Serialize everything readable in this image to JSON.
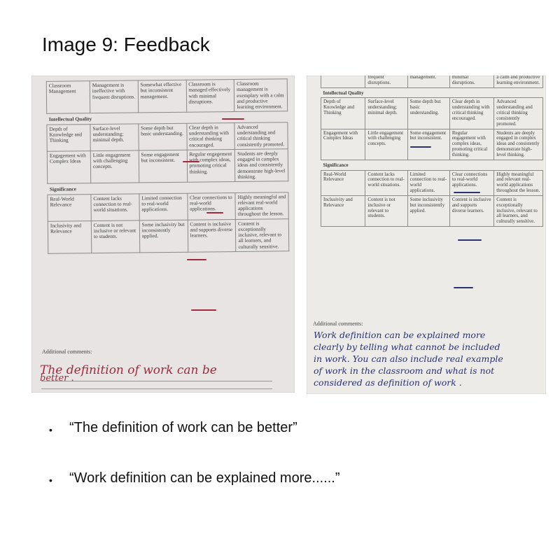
{
  "title": "Image 9: Feedback",
  "left_photo": {
    "rows": [
      {
        "kind": "row",
        "criterion": "Classroom Management",
        "cells": [
          "Management is ineffective with frequent disruptions.",
          "Somewhat effective but inconsistent management.",
          "Classroom is managed effectively with minimal disruptions.",
          "Classroom management is exemplary with a calm and productive learning environment."
        ]
      },
      {
        "kind": "section",
        "label": "Intellectual Quality"
      },
      {
        "kind": "row",
        "criterion": "Depth of Knowledge and Thinking",
        "cells": [
          "Surface-level understanding; minimal depth.",
          "Some depth but basic understanding.",
          "Clear depth in understanding with critical thinking encouraged.",
          "Advanced understanding and critical thinking consistently promoted."
        ]
      },
      {
        "kind": "row",
        "criterion": "Engagement with Complex Ideas",
        "cells": [
          "Little engagement with challenging concepts.",
          "Some engagement but inconsistent.",
          "Regular engagement with complex ideas, promoting critical thinking.",
          "Students are deeply engaged in complex ideas and consistently demonstrate high-level thinking."
        ]
      },
      {
        "kind": "section",
        "label": "Significance"
      },
      {
        "kind": "row",
        "criterion": "Real-World Relevance",
        "cells": [
          "Content lacks connection to real-world situations.",
          "Limited connection to real-world applications.",
          "Clear connections to real-world applications.",
          "Highly meaningful and relevant real-world applications throughout the lesson."
        ]
      },
      {
        "kind": "row",
        "criterion": "Inclusivity and Relevance",
        "cells": [
          "Content is not inclusive or relevant to students.",
          "Some inclusivity but inconsistently applied.",
          "Content is inclusive and supports diverse learners.",
          "Content is exceptionally inclusive, relevant to all learners, and culturally sensitive."
        ]
      }
    ],
    "comments_label": "Additional comments:",
    "handwritten": [
      "The   definition   of   work   can   be",
      "better ."
    ]
  },
  "right_photo": {
    "rows": [
      {
        "kind": "row",
        "criterion": "",
        "cells": [
          "frequent disruptions.",
          "management.",
          "minimal disruptions.",
          "a calm and productive learning environment."
        ]
      },
      {
        "kind": "section",
        "label": "Intellectual Quality"
      },
      {
        "kind": "row",
        "criterion": "Depth of Knowledge and Thinking",
        "cells": [
          "Surface-level understanding; minimal depth.",
          "Some depth but basic understanding.",
          "Clear depth in understanding with critical thinking encouraged.",
          "Advanced understanding and critical thinking consistently promoted."
        ]
      },
      {
        "kind": "row",
        "criterion": "Engagement with Complex Ideas",
        "cells": [
          "Little engagement with challenging concepts.",
          "Some engagement but inconsistent.",
          "Regular engagement with complex ideas, promoting critical thinking.",
          "Students are deeply engaged in complex ideas and consistently demonstrate high-level thinking."
        ]
      },
      {
        "kind": "section",
        "label": "Significance"
      },
      {
        "kind": "row",
        "criterion": "Real-World Relevance",
        "cells": [
          "Content lacks connection to real-world situations.",
          "Limited connection to real-world applications.",
          "Clear connections to real-world applications.",
          "Highly meaningful and relevant real-world applications throughout the lesson."
        ]
      },
      {
        "kind": "row",
        "criterion": "Inclusivity and Relevance",
        "cells": [
          "Content is not inclusive or relevant to students.",
          "Some inclusivity but inconsistently applied.",
          "Content is inclusive and supports diverse learners.",
          "Content is exceptionally inclusive, relevant to all learners, and culturally sensitive."
        ]
      }
    ],
    "comments_label": "Additional comments:",
    "handwritten": [
      "Work  definition  can  be  explained  more",
      "clearly  by  telling  what  cannot  be  included",
      "in  work.  You  can  also  include  real  example",
      "of  work  in  the  classroom  and  what  is  not",
      "considered  as  definition  of  work ."
    ]
  },
  "bullets": [
    "“The definition of work can be better”",
    "“Work definition can be explained more......”"
  ],
  "colors": {
    "red_ink": "#a32a3c",
    "blue_ink": "#2b3270"
  }
}
